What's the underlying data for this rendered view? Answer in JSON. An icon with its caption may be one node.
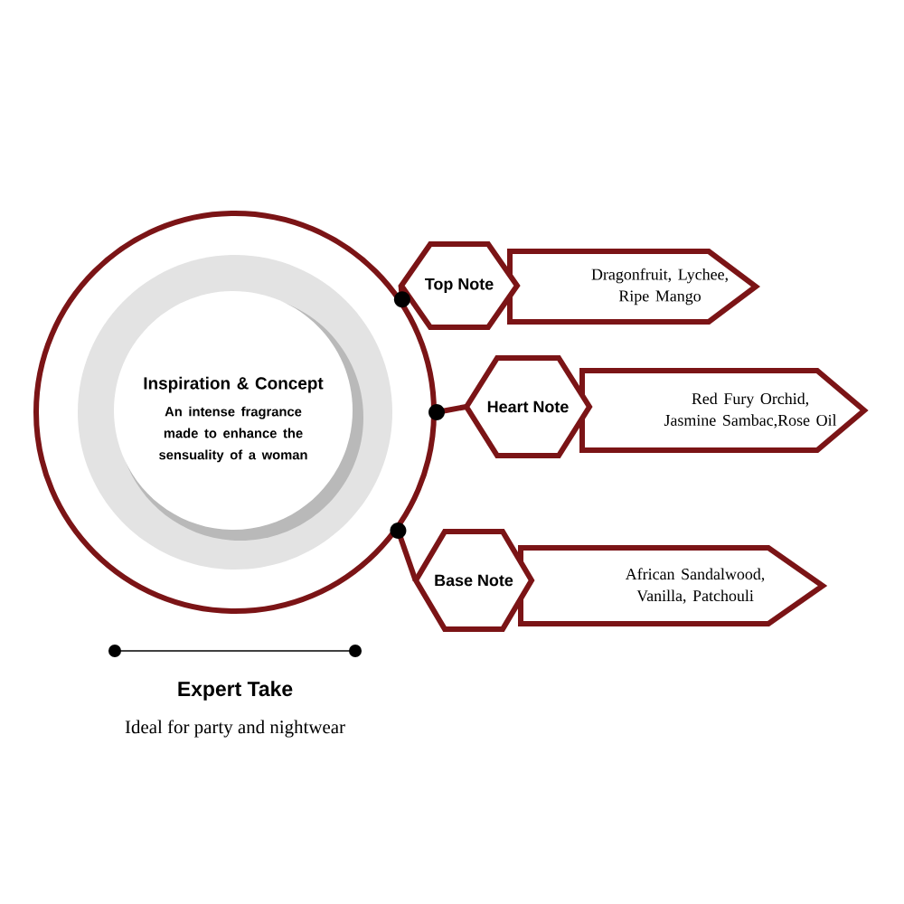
{
  "diagram": {
    "nodes": [
      {
        "text": [],
        "shape": "circle"
      },
      {
        "text": [
          "Inspiration & Concept",
          "An intense fragrance made to enhance the sensuality of a woman"
        ],
        "in": 0
      },
      {
        "text": [
          "Top Note"
        ]
      },
      {
        "text": [
          "Dragonfruit, Lychee, Ripe Mango"
        ]
      },
      {
        "text": [
          "Heart Note"
        ]
      },
      {
        "text": [
          "Red Fury Orchid, Jasmine Sambac,Rose Oil"
        ]
      },
      {
        "text": [
          "Base Note"
        ]
      },
      {
        "text": [
          "African Sandalwood, Vanilla, Patchouli"
        ]
      }
    ],
    "edges": [
      {
        "from": 0,
        "to": 2,
        "arrow": "other"
      },
      {
        "from": 0,
        "to": 4,
        "arrow": "other"
      },
      {
        "from": 0,
        "to": 6,
        "arrow": "other"
      }
    ],
    "labels": [
      "Expert Take",
      "Ideal for party and nightwear"
    ]
  }
}
